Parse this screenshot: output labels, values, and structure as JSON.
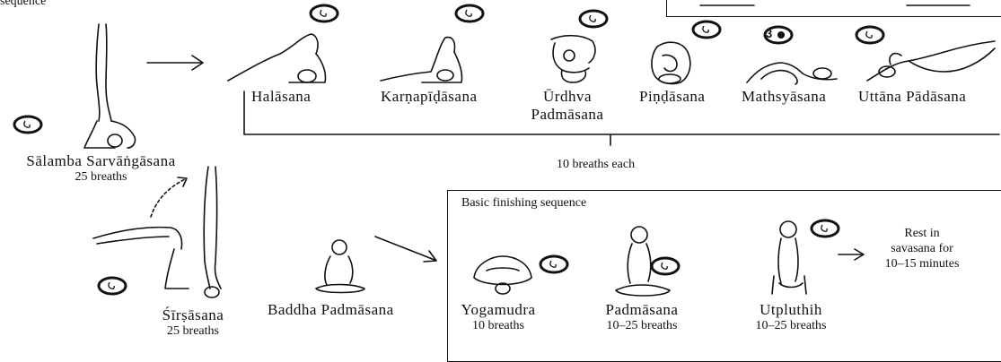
{
  "header": {
    "fragment_label": "sequence"
  },
  "poses_top": [
    {
      "name": "Halāsana"
    },
    {
      "name": "Karṇapīḍāsana"
    },
    {
      "name": "Ūrdhva",
      "name2": "Padmāsana"
    },
    {
      "name": "Piṇḍāsana"
    },
    {
      "name": "Mathsyāsana"
    },
    {
      "name": "Uttāna Pādāsana"
    }
  ],
  "top_group": {
    "breaths": "10 breaths each"
  },
  "sarvangasana": {
    "name": "Sālamba Sarvāṅgāsana",
    "breaths": "25 breaths"
  },
  "sirsasana": {
    "name": "Śīrṣāsana",
    "breaths": "25 breaths"
  },
  "baddha": {
    "name": "Baddha Padmāsana"
  },
  "finishing": {
    "title": "Basic finishing sequence",
    "poses": [
      {
        "name": "Yogamudra",
        "breaths": "10 breaths"
      },
      {
        "name": "Padmāsana",
        "breaths": "10–25 breaths"
      },
      {
        "name": "Utpluthih",
        "breaths": "10–25 breaths"
      }
    ]
  },
  "rest": {
    "line1": "Rest in",
    "line2": "savasana for",
    "line3": "10–15 minutes"
  },
  "gaze_markers": {
    "mathsyasana_count": "3"
  },
  "colors": {
    "ink": "#111111",
    "background": "#ffffff"
  }
}
